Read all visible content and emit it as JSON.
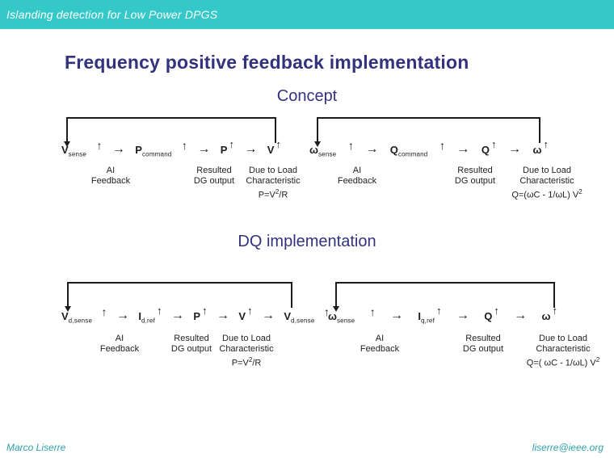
{
  "slide": {
    "header": "Islanding detection for Low Power DPGS",
    "title": "Frequency positive feedback implementation",
    "sections": {
      "concept": "Concept",
      "dq": "DQ implementation"
    },
    "footer": {
      "author": "Marco Liserre",
      "email": "liserre@ieee.org"
    }
  },
  "colors": {
    "header_bg": "#35c8c8",
    "heading_text": "#32327e",
    "footer_text": "#2fa0a8",
    "diagram_ink": "#1c1c1c"
  },
  "glyphs": {
    "up": "↑",
    "right": "→"
  },
  "diagrams": [
    {
      "name": "concept-voltage-chain",
      "tokens": [
        {
          "type": "var",
          "base": "V",
          "sub": "sense"
        },
        {
          "type": "up"
        },
        {
          "type": "right"
        },
        {
          "type": "var",
          "base": "P",
          "sub": "command"
        },
        {
          "type": "up"
        },
        {
          "type": "right"
        },
        {
          "type": "var",
          "base": "P",
          "up": true
        },
        {
          "type": "right"
        },
        {
          "type": "var",
          "base": "V",
          "up": true
        }
      ],
      "labels": [
        {
          "lines": [
            "AI",
            "Feedback"
          ]
        },
        {
          "lines": [
            "Resulted",
            "DG output"
          ]
        },
        {
          "lines": [
            "Due to Load",
            "Characteristic"
          ],
          "formula": {
            "pre": "P=V",
            "sup": "2",
            "post": "/R"
          }
        }
      ]
    },
    {
      "name": "concept-frequency-chain",
      "tokens": [
        {
          "type": "var",
          "base": "ω",
          "sub": "sense"
        },
        {
          "type": "up"
        },
        {
          "type": "right"
        },
        {
          "type": "var",
          "base": "Q",
          "sub": "command"
        },
        {
          "type": "up"
        },
        {
          "type": "right"
        },
        {
          "type": "var",
          "base": "Q",
          "up": true
        },
        {
          "type": "right"
        },
        {
          "type": "var",
          "base": "ω",
          "up": true
        }
      ],
      "labels": [
        {
          "lines": [
            "AI",
            "Feedback"
          ]
        },
        {
          "lines": [
            "Resulted",
            "DG output"
          ]
        },
        {
          "lines": [
            "Due to Load",
            "Characteristic"
          ],
          "formula": {
            "pre": "Q=(ωC - 1/ωL) V",
            "sup": "2",
            "post": ""
          }
        }
      ]
    },
    {
      "name": "dq-voltage-chain",
      "tokens": [
        {
          "type": "var",
          "base": "V",
          "sub": "d,sense"
        },
        {
          "type": "up"
        },
        {
          "type": "right"
        },
        {
          "type": "var",
          "base": "I",
          "sub": "d,ref",
          "up": true
        },
        {
          "type": "right"
        },
        {
          "type": "var",
          "base": "P",
          "up": true
        },
        {
          "type": "right"
        },
        {
          "type": "var",
          "base": "V",
          "up": true
        },
        {
          "type": "right"
        },
        {
          "type": "var",
          "base": "V",
          "sub": "d,sense"
        },
        {
          "type": "up"
        }
      ],
      "labels": [
        {
          "lines": [
            "AI",
            "Feedback"
          ]
        },
        {
          "lines": [
            "Resulted",
            "DG output"
          ]
        },
        {
          "lines": [
            "Due to Load",
            "Characteristic"
          ],
          "formula": {
            "pre": "P=V",
            "sup": "2",
            "post": "/R"
          }
        }
      ]
    },
    {
      "name": "dq-frequency-chain",
      "tokens": [
        {
          "type": "var",
          "base": "ω",
          "sub": "sense"
        },
        {
          "type": "up"
        },
        {
          "type": "right"
        },
        {
          "type": "var",
          "base": "I",
          "sub": "q,ref",
          "up": true
        },
        {
          "type": "right"
        },
        {
          "type": "var",
          "base": "Q",
          "up": true
        },
        {
          "type": "right"
        },
        {
          "type": "var",
          "base": "ω",
          "up": true
        }
      ],
      "labels": [
        {
          "lines": [
            "AI",
            "Feedback"
          ]
        },
        {
          "lines": [
            "Resulted",
            "DG output"
          ]
        },
        {
          "lines": [
            "Due to Load",
            "Characteristic"
          ],
          "formula": {
            "pre": "Q=( ωC - 1/ωL) V",
            "sup": "2",
            "post": ""
          }
        }
      ]
    }
  ]
}
